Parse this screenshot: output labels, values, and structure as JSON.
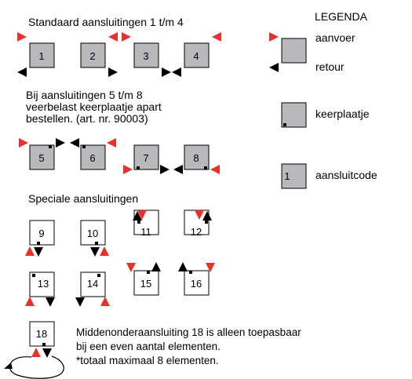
{
  "sections": {
    "standard_title": "Standaard aansluitingen 1 t/m 4",
    "note_lines": [
      "Bij aansluitingen 5 t/m 8",
      "veerbelast keerplaatje apart",
      "bestellen. (art. nr. 90003)"
    ],
    "special_title": "Speciale aansluitingen",
    "bottom_note_lines": [
      "Middenonderaansluiting 18 is alleen toepasbaar",
      "bij een even aantal elementen.",
      "*totaal maximaal 8 elementen."
    ]
  },
  "legend": {
    "title": "LEGENDA",
    "aanvoer": "aanvoer",
    "retour": "retour",
    "keerplaatje": "keerplaatje",
    "aansluitcode_sample": "1",
    "aansluitcode": "aansluitcode"
  },
  "codes": {
    "c1": "1",
    "c2": "2",
    "c3": "3",
    "c4": "4",
    "c5": "5",
    "c6": "6",
    "c7": "7",
    "c8": "8",
    "c9": "9",
    "c10": "10",
    "c11": "11",
    "c12": "12",
    "c13": "13",
    "c14": "14",
    "c15": "15",
    "c16": "16",
    "c18": "18"
  },
  "colors": {
    "supply_red": "#e8312a",
    "return_black": "#000000",
    "box_gray": "#b8b9bb",
    "box_white": "#ffffff"
  }
}
